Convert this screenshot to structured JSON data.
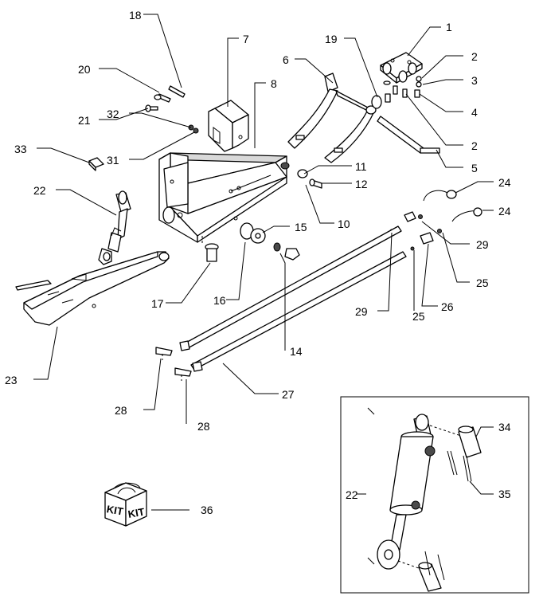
{
  "callouts": {
    "c1": "1",
    "c2a": "2",
    "c2b": "2",
    "c3": "3",
    "c4": "4",
    "c5": "5",
    "c6": "6",
    "c7": "7",
    "c8": "8",
    "c10": "10",
    "c11": "11",
    "c12": "12",
    "c14": "14",
    "c15": "15",
    "c16": "16",
    "c17": "17",
    "c18": "18",
    "c19": "19",
    "c20": "20",
    "c21": "21",
    "c22": "22",
    "c22b": "22",
    "c23": "23",
    "c24a": "24",
    "c24b": "24",
    "c25a": "25",
    "c25b": "25",
    "c26": "26",
    "c27": "27",
    "c28a": "28",
    "c28b": "28",
    "c29a": "29",
    "c29b": "29",
    "c31": "31",
    "c32": "32",
    "c33": "33",
    "c34": "34",
    "c35": "35",
    "c36": "36"
  },
  "kit": {
    "label_left": "KIT",
    "label_right": "KIT"
  }
}
